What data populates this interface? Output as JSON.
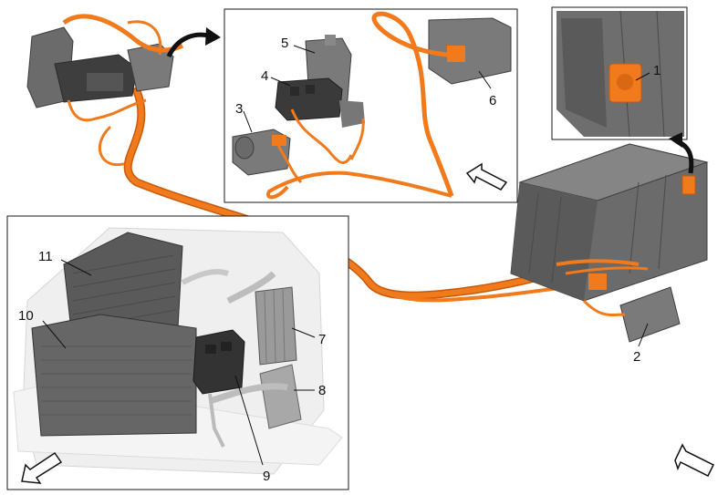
{
  "callouts": {
    "c1": "1",
    "c2": "2",
    "c3": "3",
    "c4": "4",
    "c5": "5",
    "c6": "6",
    "c7": "7",
    "c8": "8",
    "c9": "9",
    "c10": "10",
    "c11": "11"
  },
  "colors": {
    "harness": "#f07a1c",
    "harness_dark": "#c85a0c",
    "component": "#6b6b6b",
    "component_dark": "#3e3e3e",
    "ghost": "#e2e2e2",
    "frame": "#1a1a1a"
  }
}
